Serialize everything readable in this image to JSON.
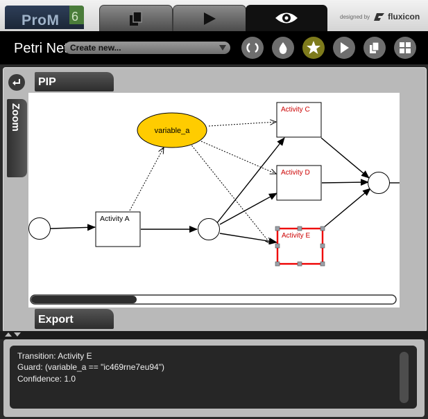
{
  "app": {
    "logo_text": "ProM",
    "logo_version": "6"
  },
  "top_tabs": [
    {
      "name": "workspace",
      "icon": "copy-icon",
      "active": false
    },
    {
      "name": "actions",
      "icon": "play-icon",
      "active": false
    },
    {
      "name": "views",
      "icon": "eye-icon",
      "active": true
    }
  ],
  "branding": {
    "designed_by": "designed by",
    "brand": "fluxicon"
  },
  "toolbar": {
    "view_title": "Petri Net",
    "create_new_label": "Create new...",
    "buttons": [
      "refresh-icon",
      "drop-icon",
      "star-icon",
      "play-icon",
      "copy-icon",
      "grid-icon"
    ],
    "active_button": "star-icon"
  },
  "panels": {
    "pip_label": "PIP",
    "zoom_label": "Zoom",
    "export_label": "Export"
  },
  "graph": {
    "variable_label": "variable_a",
    "activities": [
      "Activity A",
      "Activity C",
      "Activity D",
      "Activity E"
    ],
    "selected_activity": "Activity E",
    "horizontal_scroll_fraction": 0.29
  },
  "info": {
    "transition": "Transition: Activity E",
    "guard": "Guard: (variable_a == \"ic469rne7eu94\")",
    "confidence": "Confidence: 1.0"
  },
  "colors": {
    "variable_fill": "#ffcc00",
    "activity_label": "#cc0000",
    "selection_border": "#ee0000",
    "active_button": "#7e7b1c"
  }
}
